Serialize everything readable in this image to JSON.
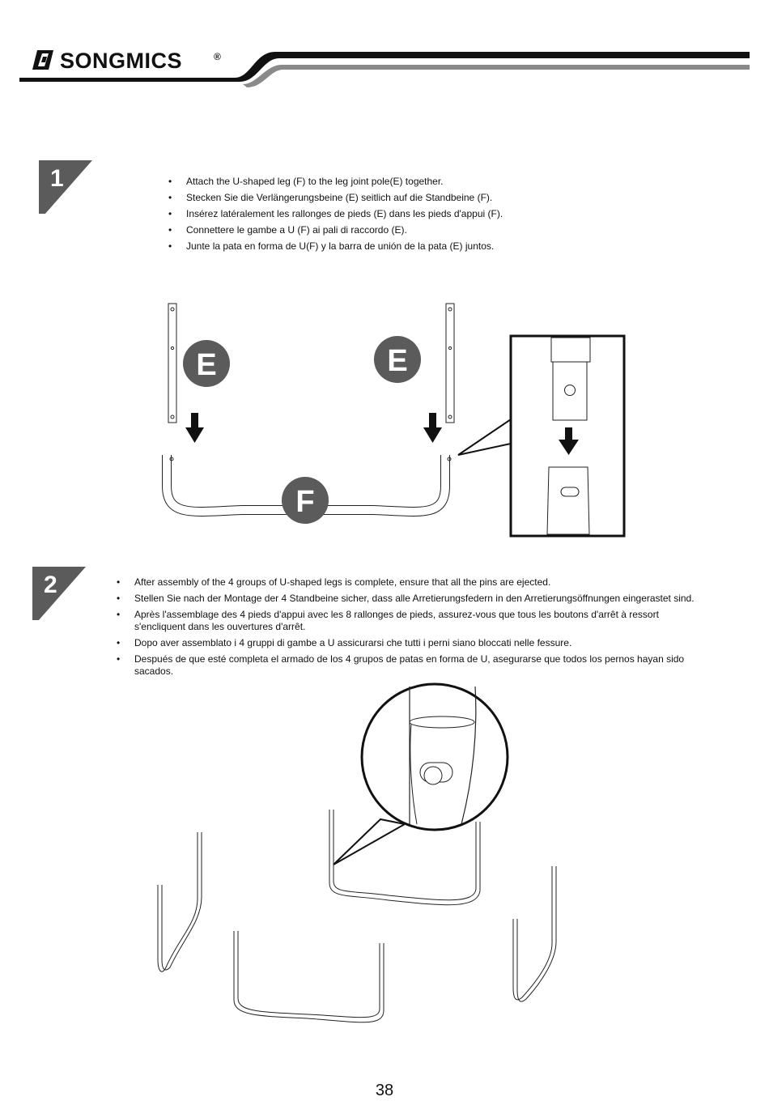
{
  "header": {
    "brand": "SONGMICS",
    "registered": "®"
  },
  "step1": {
    "number": "1",
    "items": [
      "Attach the U-shaped leg (F) to the leg joint pole(E) together.",
      "Stecken Sie die Verlängerungsbeine (E) seitlich auf die Standbeine (F).",
      "Insérez latéralement les rallonges de pieds (E) dans les pieds d'appui (F).",
      "Connettere le gambe a U (F) ai pali di raccordo (E).",
      "Junte la pata en forma de U(F) y la barra de unión de la pata (E) juntos."
    ],
    "labels": {
      "left_pole": "E",
      "right_pole": "E",
      "u_leg": "F"
    }
  },
  "step2": {
    "number": "2",
    "items": [
      "After assembly of the 4 groups of U-shaped legs is complete, ensure that all the pins are ejected.",
      "Stellen Sie nach der Montage der 4 Standbeine sicher, dass alle Arretierungsfedern in den Arretierungsöffnungen eingerastet sind.",
      "Après l'assemblage des 4 pieds d'appui avec les 8 rallonges de pieds, assurez-vous que tous les boutons d'arrêt à ressort s'encliquent dans les ouvertures d'arrêt.",
      "Dopo aver assemblato i 4 gruppi di gambe a U assicurarsi che tutti i perni siano bloccati nelle fessure.",
      "Después de que esté completa el armado de los 4 grupos de patas en forma de U, asegurarse que todos los pernos hayan sido sacados."
    ]
  },
  "footer": {
    "page_number": "38"
  },
  "colors": {
    "badge": "#5b5b5b",
    "line": "#1a1a1a",
    "gray_band": "#8a8a8a"
  }
}
